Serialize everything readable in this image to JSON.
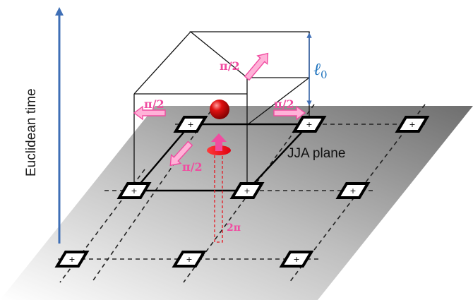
{
  "axis": {
    "label": "Euclidean time"
  },
  "plane": {
    "label": "JJA plane"
  },
  "cube": {
    "height_label": "ℓ",
    "height_subscript": "0"
  },
  "phases": {
    "top": "π/2",
    "left": "π/2",
    "right": "π/2",
    "bottom": "π/2",
    "vortex": "2π"
  },
  "junction_symbol": "+",
  "colors": {
    "arrow_blue": "#3f6fb6",
    "phase_pink": "#f04ca0",
    "phase_pink_fill": "#ffb2d8",
    "vortex_red": "#e8141e",
    "sphere_red": "#d00000",
    "label_blue": "#1e73be"
  }
}
